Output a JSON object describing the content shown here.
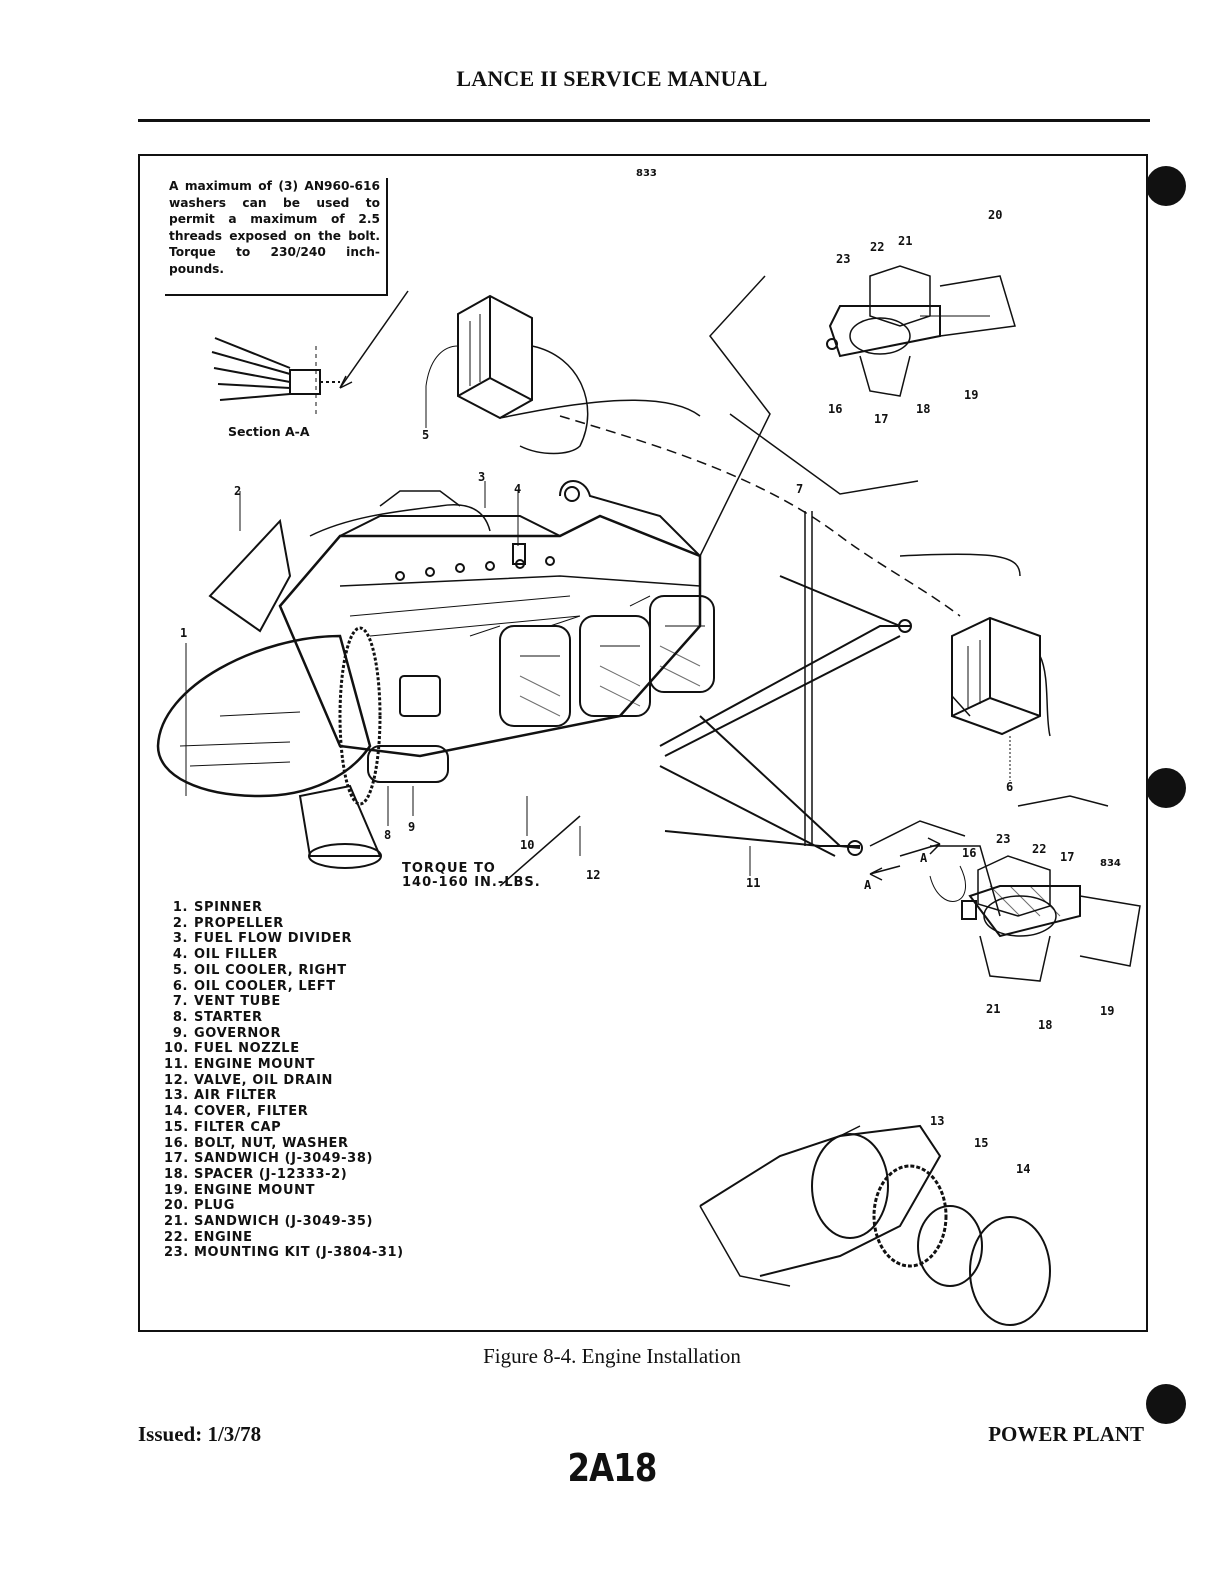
{
  "header": {
    "title": "LANCE II SERVICE MANUAL"
  },
  "figure": {
    "code_top": "833",
    "code_right": "834",
    "note": "A maximum of (3) AN960-616 washers can be used to permit a maximum of 2.5 threads exposed on the bolt. Torque to 230/240 inch-pounds.",
    "section_label": "Section A-A",
    "torque_note_line1": "TORQUE TO",
    "torque_note_line2": "140-160 IN.-LBS.",
    "view_marker": "A",
    "callouts": [
      "1",
      "2",
      "3",
      "4",
      "5",
      "6",
      "7",
      "8",
      "9",
      "10",
      "11",
      "12",
      "13",
      "14",
      "15",
      "16",
      "17",
      "18",
      "19",
      "20",
      "21",
      "22",
      "23"
    ],
    "legend": [
      {
        "num": "1.",
        "text": "SPINNER"
      },
      {
        "num": "2.",
        "text": "PROPELLER"
      },
      {
        "num": "3.",
        "text": "FUEL FLOW DIVIDER"
      },
      {
        "num": "4.",
        "text": "OIL FILLER"
      },
      {
        "num": "5.",
        "text": "OIL COOLER, RIGHT"
      },
      {
        "num": "6.",
        "text": "OIL COOLER, LEFT"
      },
      {
        "num": "7.",
        "text": "VENT TUBE"
      },
      {
        "num": "8.",
        "text": "STARTER"
      },
      {
        "num": "9.",
        "text": "GOVERNOR"
      },
      {
        "num": "10.",
        "text": "FUEL NOZZLE"
      },
      {
        "num": "11.",
        "text": "ENGINE MOUNT"
      },
      {
        "num": "12.",
        "text": "VALVE, OIL DRAIN"
      },
      {
        "num": "13.",
        "text": "AIR FILTER"
      },
      {
        "num": "14.",
        "text": "COVER, FILTER"
      },
      {
        "num": "15.",
        "text": "FILTER CAP"
      },
      {
        "num": "16.",
        "text": "BOLT, NUT, WASHER"
      },
      {
        "num": "17.",
        "text": "SANDWICH (J-3049-38)"
      },
      {
        "num": "18.",
        "text": "SPACER (J-12333-2)"
      },
      {
        "num": "19.",
        "text": "ENGINE MOUNT"
      },
      {
        "num": "20.",
        "text": "PLUG"
      },
      {
        "num": "21.",
        "text": "SANDWICH (J-3049-35)"
      },
      {
        "num": "22.",
        "text": "ENGINE"
      },
      {
        "num": "23.",
        "text": "MOUNTING KIT (J-3804-31)"
      }
    ]
  },
  "caption": "Figure 8-4.  Engine Installation",
  "footer": {
    "issued": "Issued: 1/3/78",
    "section": "POWER PLANT",
    "page_code": "2A18"
  }
}
